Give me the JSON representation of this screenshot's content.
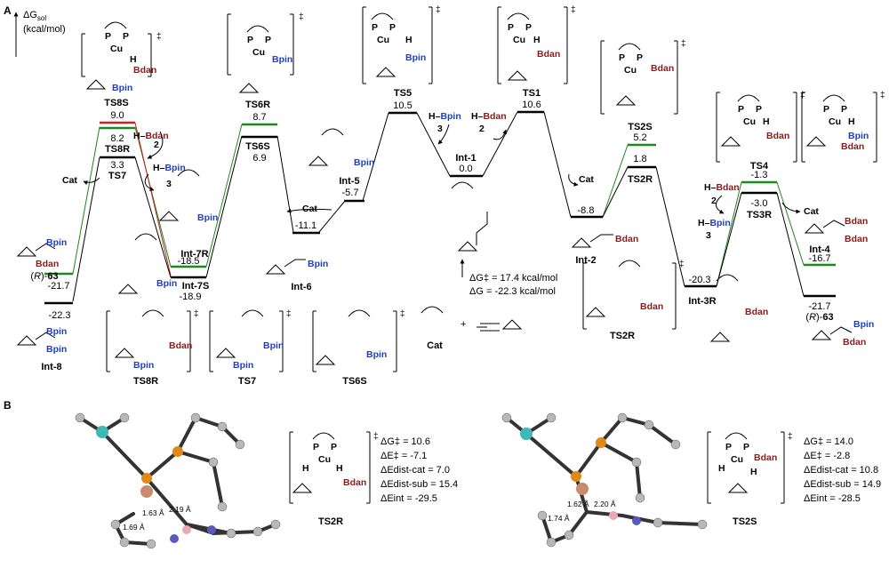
{
  "panels": {
    "a": "A",
    "b": "B"
  },
  "axis": {
    "y_symbol": "ΔG",
    "y_sub": "sol",
    "y_unit": "(kcal/mol)"
  },
  "colors": {
    "black": "#000000",
    "green": "#1a8a1a",
    "red": "#cc1f1f",
    "bpin": "#1f3fbf",
    "bdan": "#8b1a1a"
  },
  "levels": [
    {
      "name": "Int-8",
      "value": "-22.3",
      "color": "black"
    },
    {
      "name": "(R)-63",
      "value": "-21.7",
      "color": "green"
    },
    {
      "name": "TS8S",
      "value": "9.0",
      "color": "red"
    },
    {
      "name": "TS8R",
      "value": "8.2",
      "color": "green"
    },
    {
      "name": "TS7",
      "value": "3.3",
      "color": "black"
    },
    {
      "name": "Int-7R",
      "value": "-18.5",
      "color": "green"
    },
    {
      "name": "Int-7S",
      "value": "-18.9",
      "color": "black"
    },
    {
      "name": "TS6R",
      "value": "8.7",
      "color": "green"
    },
    {
      "name": "TS6S",
      "value": "6.9",
      "color": "black"
    },
    {
      "name": "Int-6",
      "value": "-11.1",
      "color": "black"
    },
    {
      "name": "Int-5",
      "value": "-5.7",
      "color": "black"
    },
    {
      "name": "TS5",
      "value": "10.5",
      "color": "black"
    },
    {
      "name": "Int-1",
      "value": "0.0",
      "color": "black"
    },
    {
      "name": "TS1",
      "value": "10.6",
      "color": "black"
    },
    {
      "name": "Int-2",
      "value": "-8.8",
      "color": "black"
    },
    {
      "name": "TS2S",
      "value": "5.2",
      "color": "green"
    },
    {
      "name": "TS2R",
      "value": "1.8",
      "color": "black"
    },
    {
      "name": "Int-3R",
      "value": "-20.3",
      "color": "black"
    },
    {
      "name": "TS4",
      "value": "-1.3",
      "color": "green"
    },
    {
      "name": "TS3R",
      "value": "-3.0",
      "color": "black"
    },
    {
      "name": "Int-4",
      "value": "-16.7",
      "color": "green"
    },
    {
      "name": "(R)-63",
      "value": "-21.7",
      "color": "black"
    }
  ],
  "labels": {
    "int8": "Int-8",
    "r63_left": "(R)-63",
    "ts8s": "TS8S",
    "ts8r": "TS8R",
    "ts7": "TS7",
    "int7r": "Int-7R",
    "int7s": "Int-7S",
    "ts6r": "TS6R",
    "ts6s": "TS6S",
    "int6": "Int-6",
    "int5": "Int-5",
    "ts5": "TS5",
    "int1": "Int-1",
    "ts1": "TS1",
    "int2": "Int-2",
    "ts2s": "TS2S",
    "ts2r": "TS2R",
    "int3r": "Int-3R",
    "ts4": "TS4",
    "ts3r": "TS3R",
    "int4": "Int-4",
    "r63_right": "(R)-63",
    "cat": "Cat",
    "ts8r_b": "TS8R",
    "ts7_b": "TS7",
    "ts6s_b": "TS6S",
    "ts2r_b": "TS2R",
    "ts2r_c": "TS2R",
    "ts2s_c": "TS2S"
  },
  "reagents": {
    "hbdan": "H–Bdan",
    "hbpin": "H–Bpin",
    "eq2": "2",
    "eq3": "3",
    "cat": "Cat"
  },
  "groups": {
    "bpin": "Bpin",
    "bdan": "Bdan",
    "p": "P",
    "cu": "Cu",
    "h": "H"
  },
  "summary": {
    "dg_act": "ΔG‡ = 17.4 kcal/mol",
    "dg": "ΔG = -22.3 kcal/mol",
    "plus": "+"
  },
  "dagger": "‡",
  "panel_b": {
    "left_distances": [
      "1.63 Å",
      "2.19 Å",
      "1.69 Å"
    ],
    "right_distances": [
      "1.62 Å",
      "2.20 Å",
      "1.74 Å"
    ],
    "left_energies": [
      "ΔG‡ = 10.6",
      "ΔE‡ = -7.1",
      "ΔEdist-cat = 7.0",
      "ΔEdist-sub = 15.4",
      "ΔEint = -29.5"
    ],
    "right_energies": [
      "ΔG‡ = 14.0",
      "ΔE‡ = -2.8",
      "ΔEdist-cat = 10.8",
      "ΔEdist-sub = 14.9",
      "ΔEint = -28.5"
    ],
    "left_name": "TS2R",
    "right_name": "TS2S"
  }
}
